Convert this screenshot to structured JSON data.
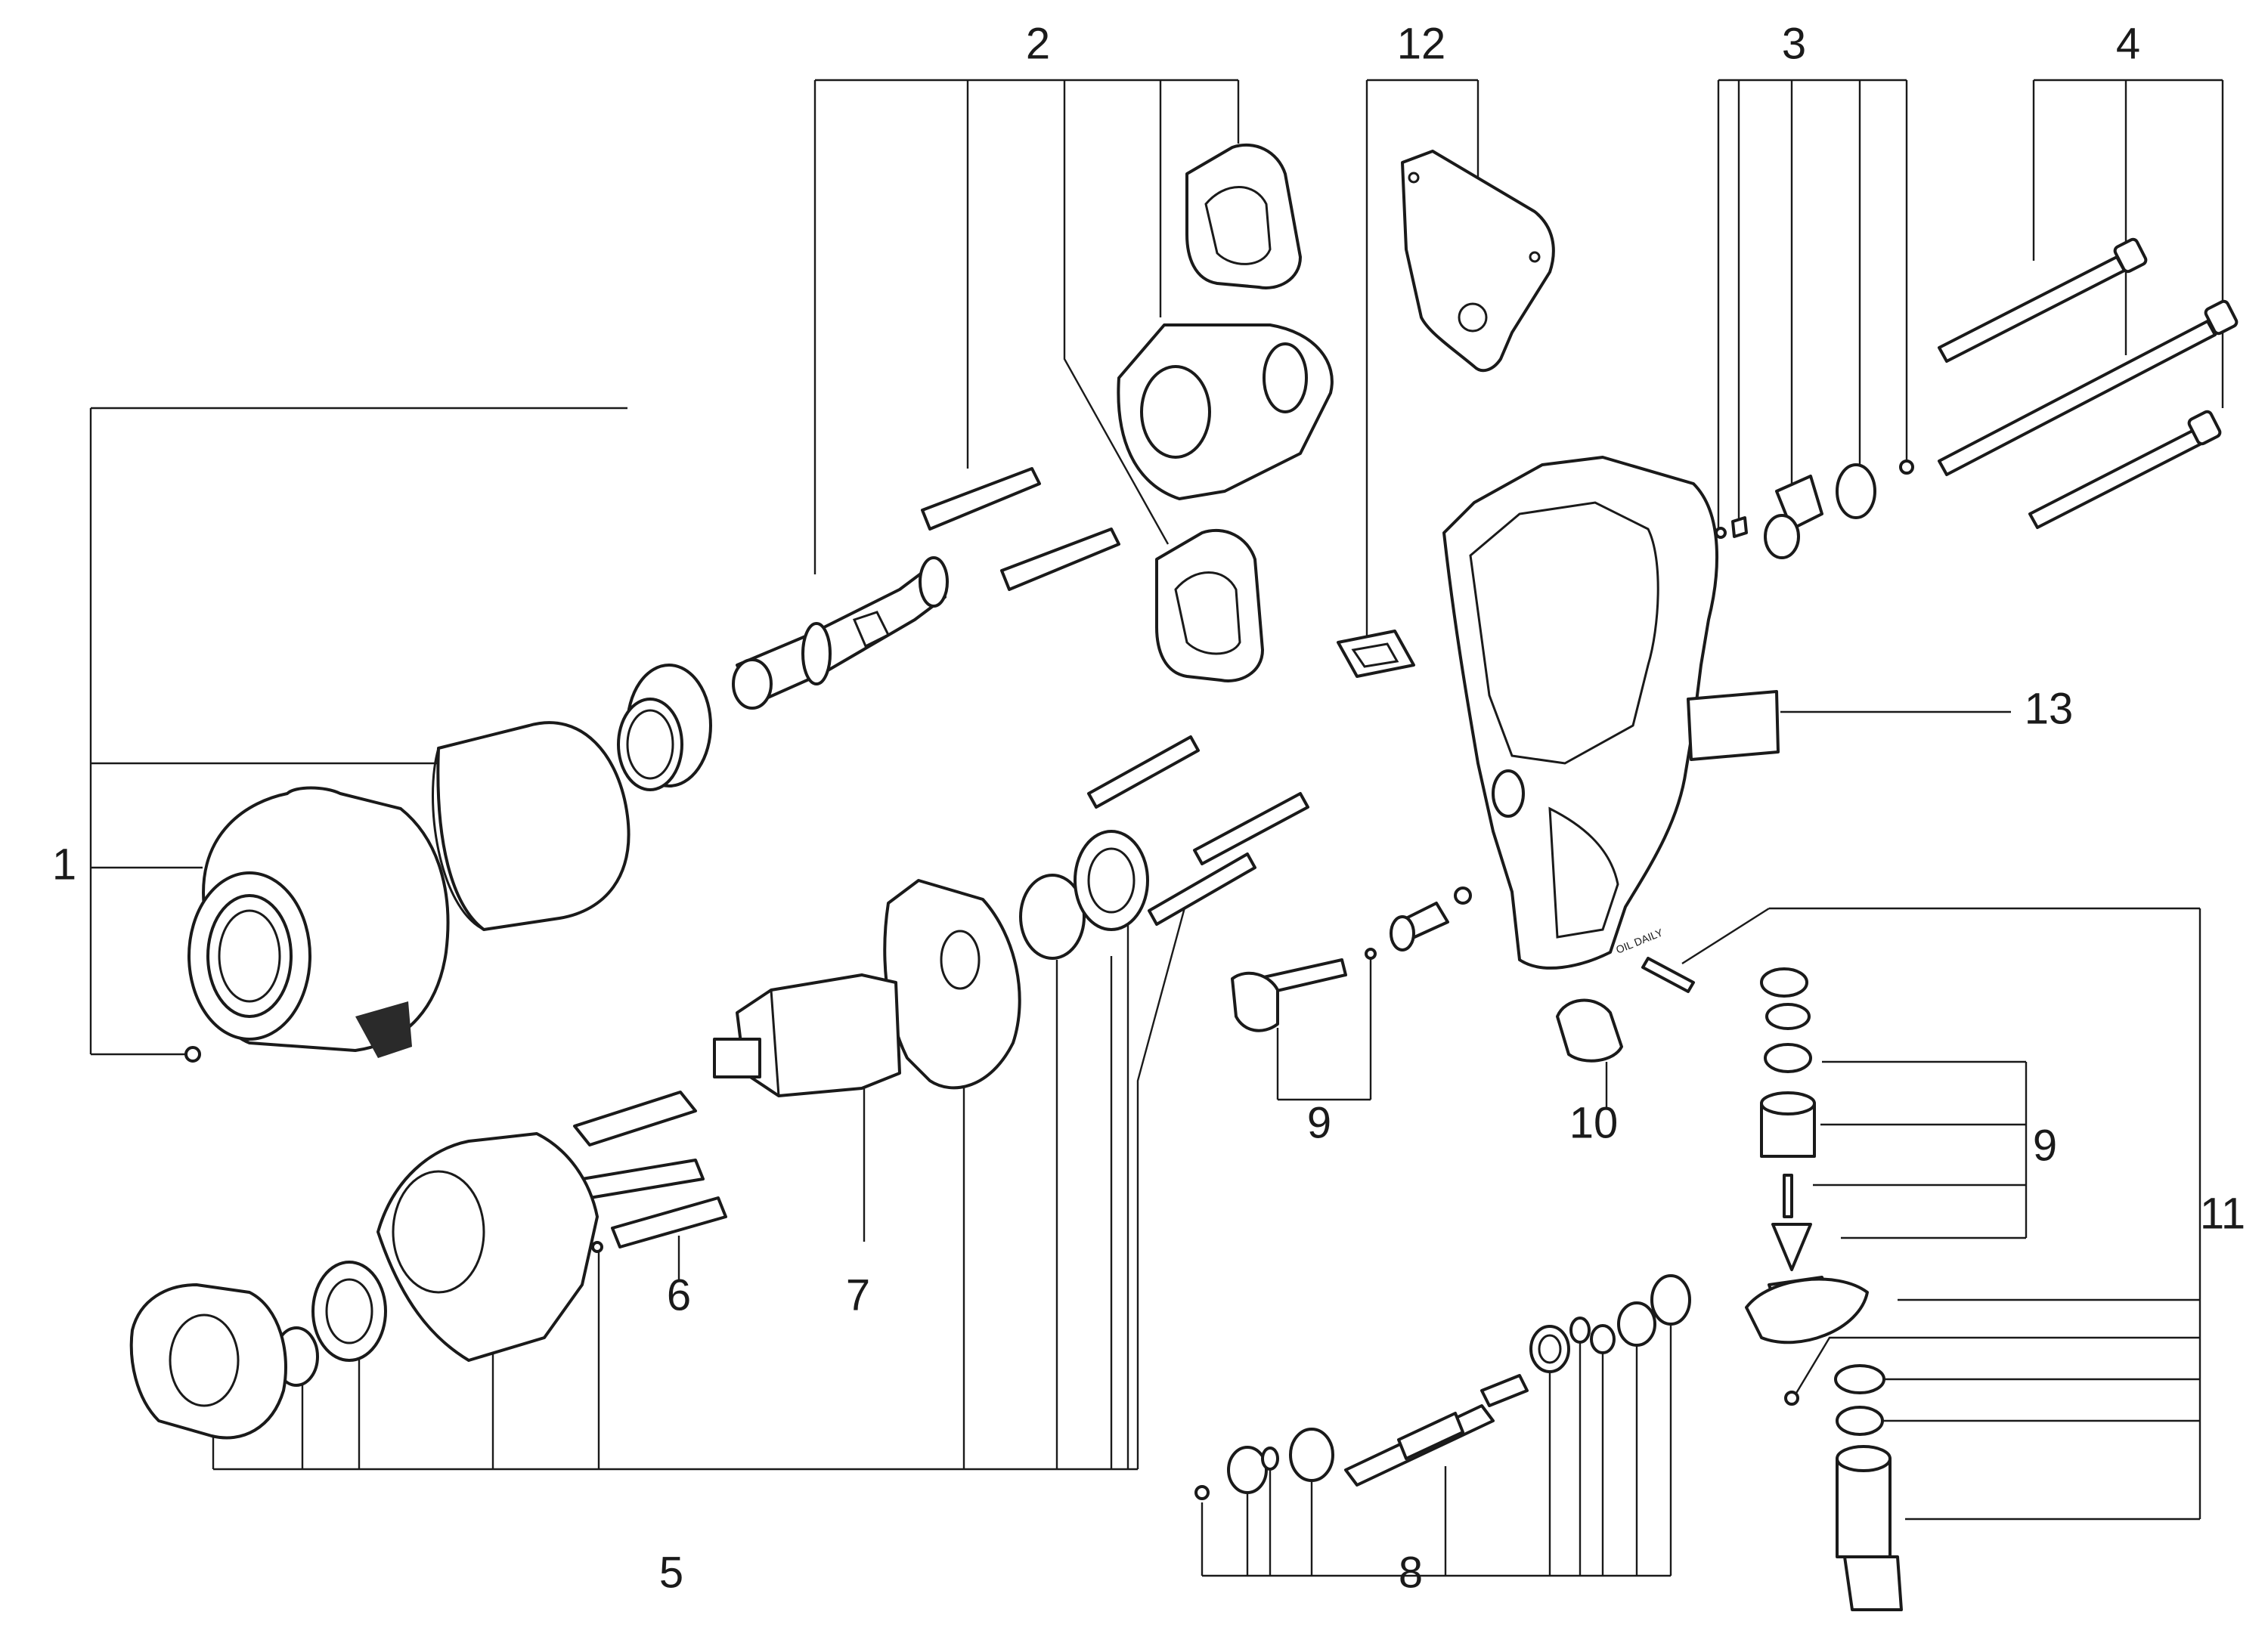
{
  "diagram": {
    "type": "exploded-parts-view",
    "callouts": [
      {
        "id": "1",
        "label": "1"
      },
      {
        "id": "2",
        "label": "2"
      },
      {
        "id": "3",
        "label": "3"
      },
      {
        "id": "4",
        "label": "4"
      },
      {
        "id": "5",
        "label": "5"
      },
      {
        "id": "6",
        "label": "6"
      },
      {
        "id": "7",
        "label": "7"
      },
      {
        "id": "8",
        "label": "8"
      },
      {
        "id": "9a",
        "label": "9"
      },
      {
        "id": "9b",
        "label": "9"
      },
      {
        "id": "10",
        "label": "10"
      },
      {
        "id": "11",
        "label": "11"
      },
      {
        "id": "12",
        "label": "12"
      },
      {
        "id": "13",
        "label": "13"
      }
    ],
    "handle_imprint": "OIL DAILY"
  }
}
